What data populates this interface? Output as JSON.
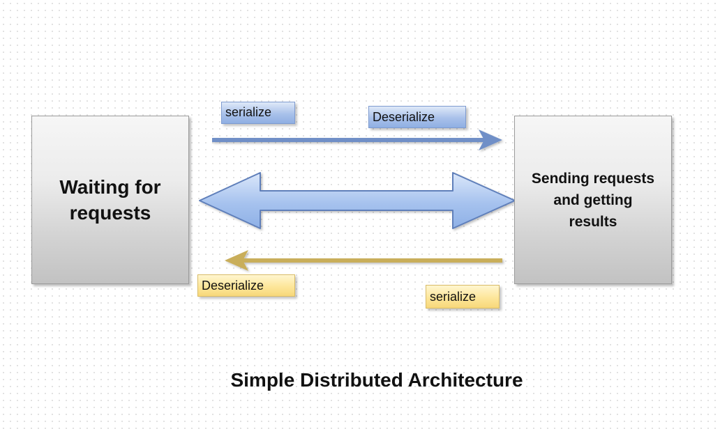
{
  "title": "Simple Distributed Architecture",
  "nodes": {
    "left": {
      "label": "Waiting for\nrequests"
    },
    "right": {
      "label": "Sending requests\nand getting\nresults"
    }
  },
  "labels": {
    "top_serialize": "serialize",
    "top_deserialize": "Deserialize",
    "bottom_deserialize": "Deserialize",
    "bottom_serialize": "serialize"
  },
  "colors": {
    "blue_arrow": "#6f8fc7",
    "gold_arrow": "#c9ae5a",
    "double_arrow_fill": "#a6c2ee",
    "double_arrow_stroke": "#5f7fba"
  }
}
